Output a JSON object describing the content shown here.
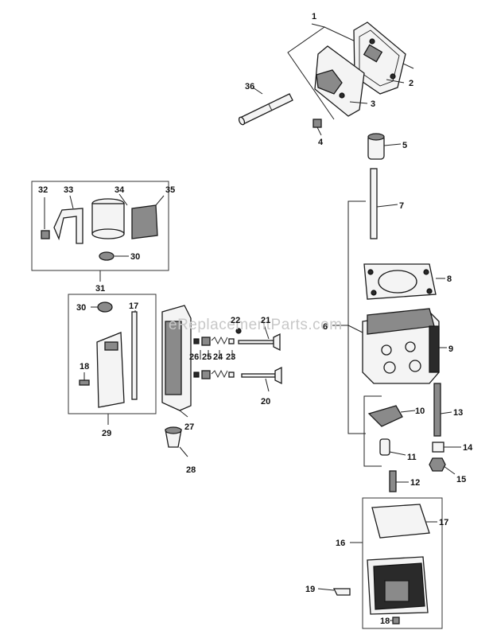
{
  "watermark": "eReplacementParts.com",
  "callouts": {
    "n1": "1",
    "n2": "2",
    "n3": "3",
    "n4": "4",
    "n5": "5",
    "n6": "6",
    "n7": "7",
    "n8": "8",
    "n9": "9",
    "n10": "10",
    "n11": "11",
    "n12": "12",
    "n13": "13",
    "n14": "14",
    "n15": "15",
    "n16": "16",
    "n17a": "17",
    "n17b": "17",
    "n18a": "18",
    "n18b": "18",
    "n19": "19",
    "n20": "20",
    "n21": "21",
    "n22": "22",
    "n23": "23",
    "n24": "24",
    "n25": "25",
    "n26": "26",
    "n27": "27",
    "n28": "28",
    "n29": "29",
    "n30a": "30",
    "n30b": "30",
    "n31": "31",
    "n32": "32",
    "n33": "33",
    "n34": "34",
    "n35": "35",
    "n36": "36"
  },
  "colors": {
    "line": "#1a1a1a",
    "fill_light": "#f4f4f4",
    "fill_mid": "#8a8a8a",
    "fill_dark": "#2a2a2a",
    "watermark": "#c8c8c8"
  }
}
